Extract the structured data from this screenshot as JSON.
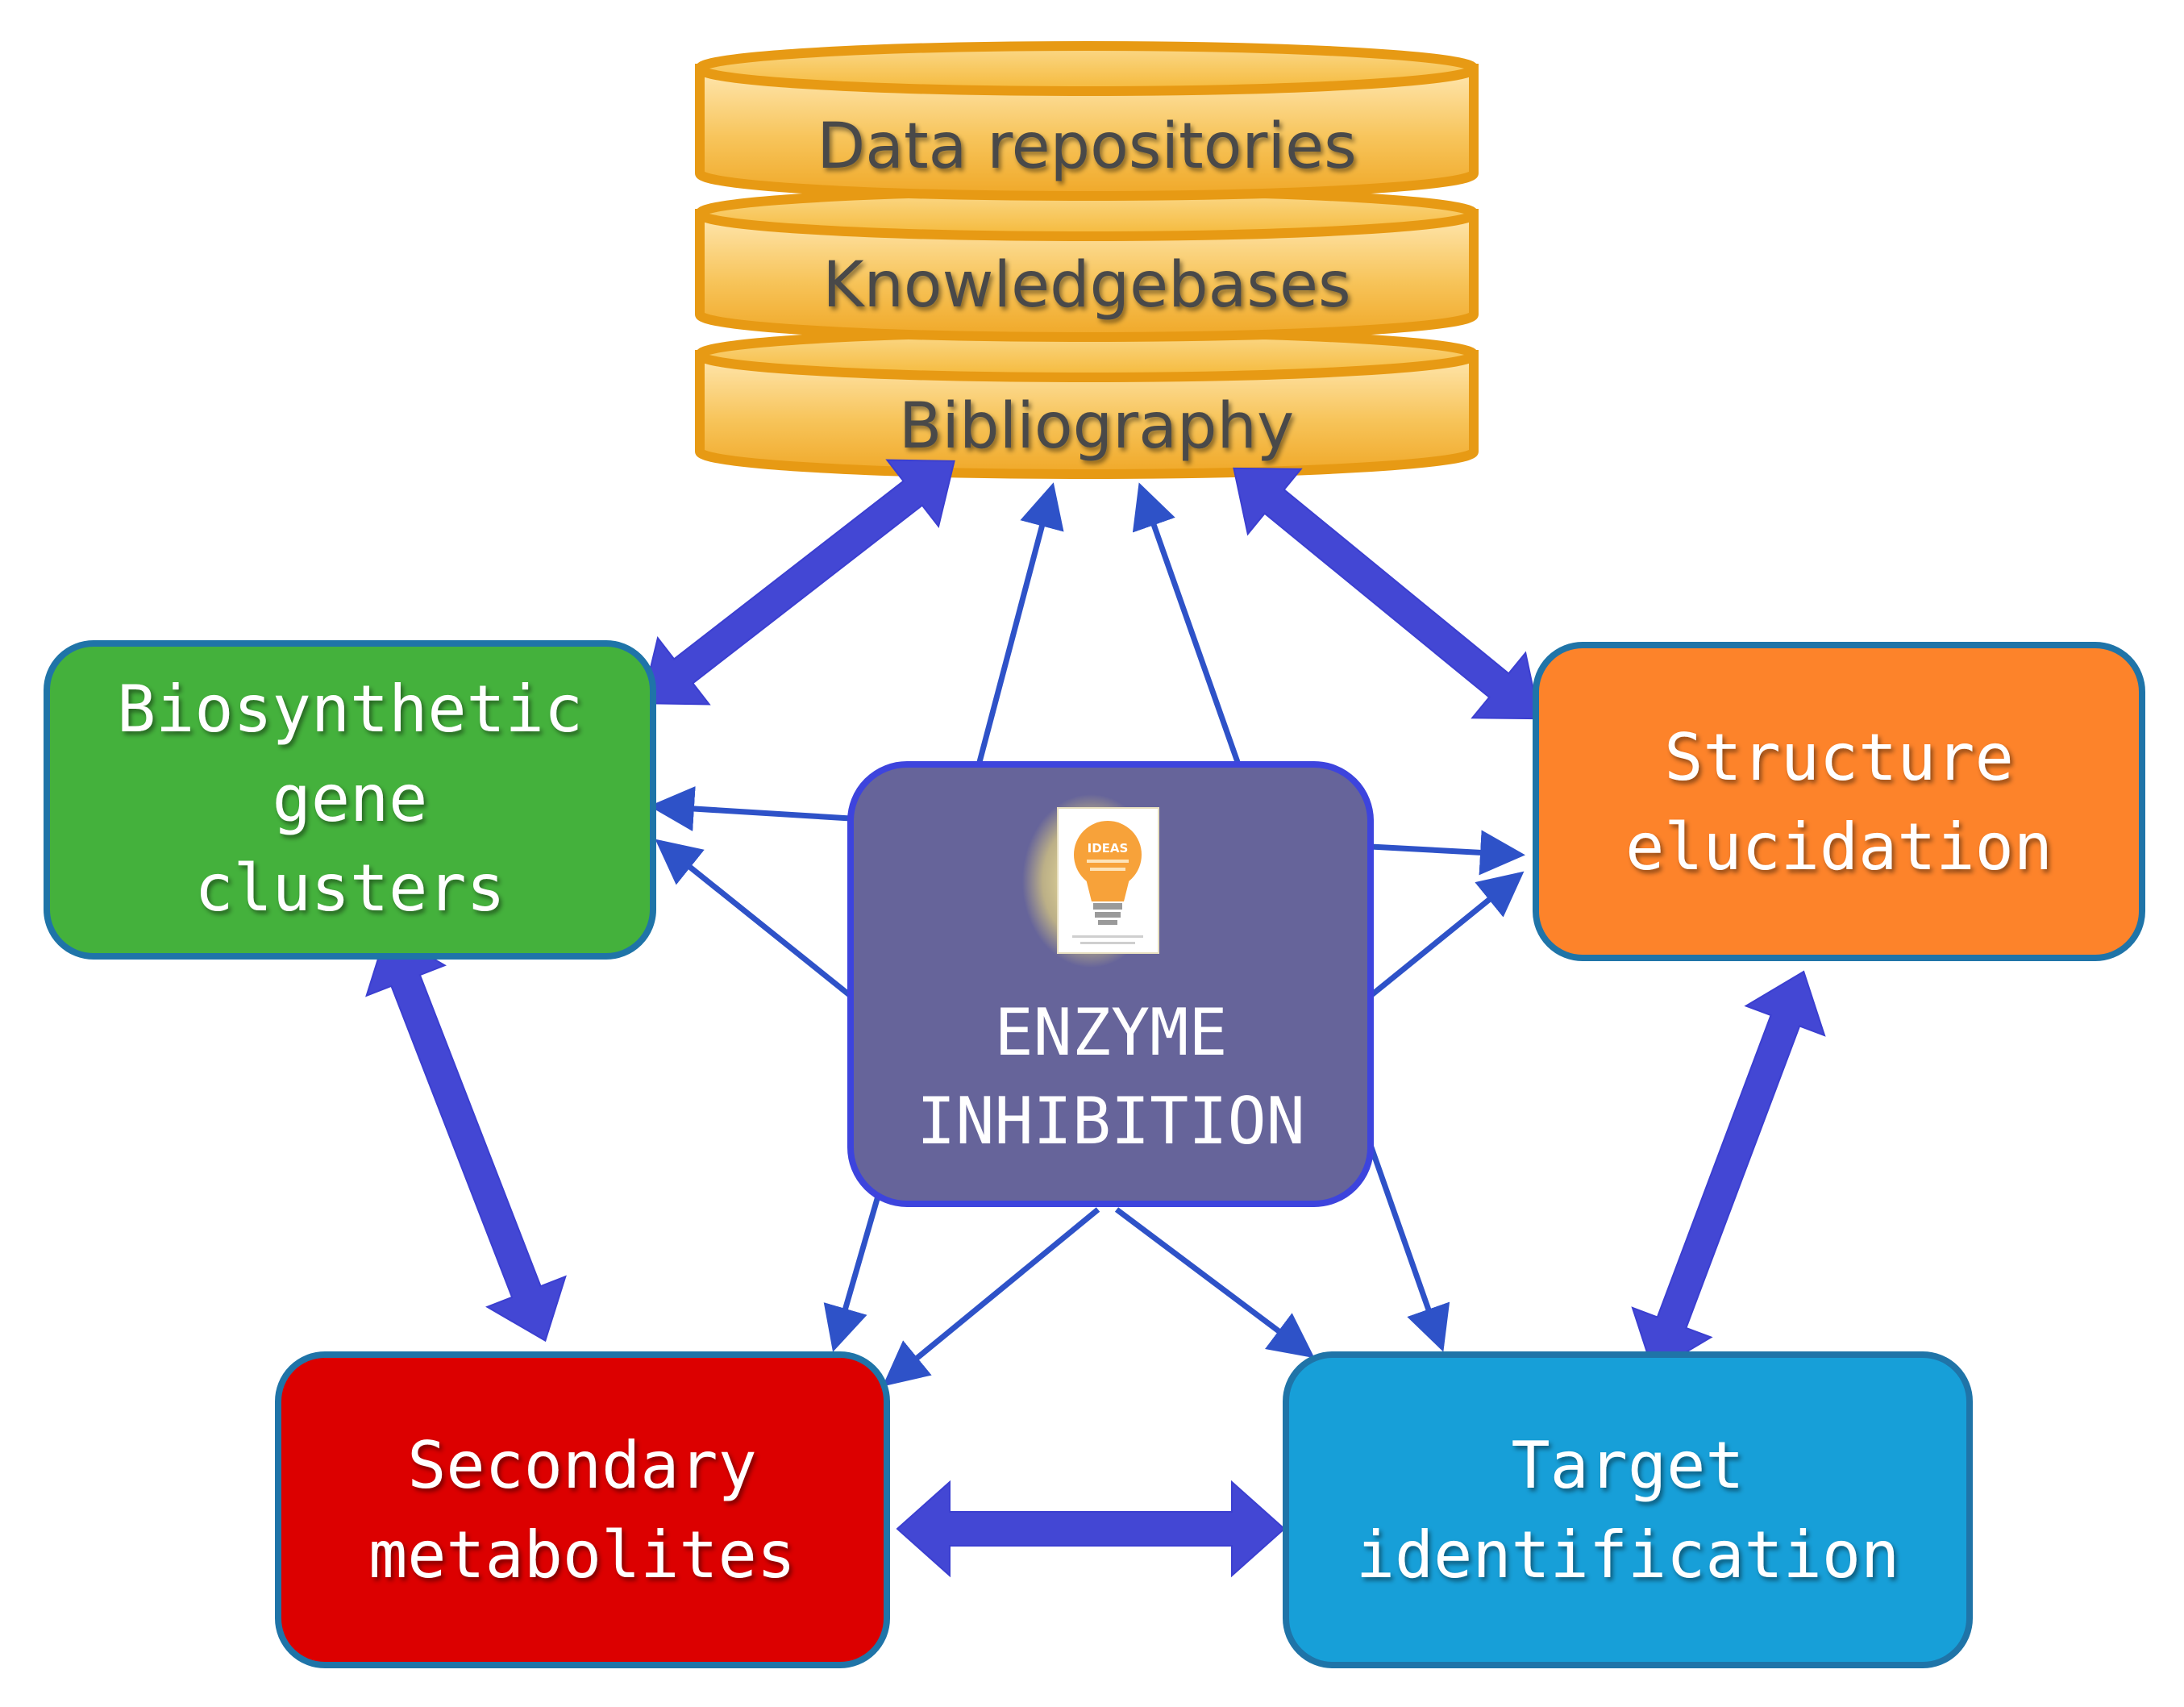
{
  "database": {
    "layers": [
      "Data repositories",
      "Knowledgebases",
      "Bibliography"
    ],
    "color_fill": "#f5b93a",
    "color_stroke": "#e79a14"
  },
  "center": {
    "lines": [
      "ENZYME",
      "INHIBITION"
    ],
    "icon": "ideas-lightbulb-icon",
    "icon_text": "IDEAS",
    "color_fill": "#66649a",
    "color_stroke": "#3d44dd"
  },
  "nodes": {
    "biosynthetic": {
      "lines": [
        "Biosynthetic",
        "gene",
        "clusters"
      ],
      "color": "#44b13c",
      "stroke": "#1f74a8"
    },
    "structure": {
      "lines": [
        "Structure",
        "elucidation"
      ],
      "color": "#fd832a",
      "stroke": "#1f74a8"
    },
    "secondary": {
      "lines": [
        "Secondary",
        "metabolites"
      ],
      "color": "#dc0000",
      "stroke": "#1f74a8"
    },
    "target": {
      "lines": [
        "Target",
        "identification"
      ],
      "color": "#179fd8",
      "stroke": "#1f74a8"
    }
  },
  "arrow_color": "#4347d4"
}
